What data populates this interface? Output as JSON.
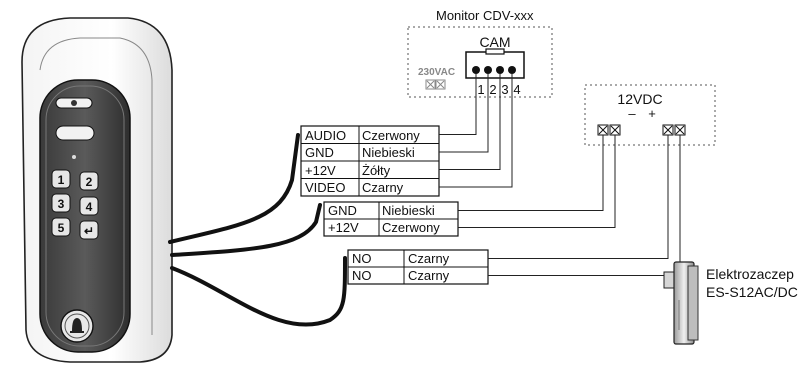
{
  "monitor": {
    "title": "Monitor CDV-xxx",
    "connector_label": "CAM",
    "power_label": "230VAC",
    "pins": [
      "1",
      "2",
      "3",
      "4"
    ]
  },
  "power_supply": {
    "label": "12VDC",
    "minus": "–",
    "plus": "+"
  },
  "cam_cable": {
    "rows": [
      {
        "signal": "AUDIO",
        "color": "Czerwony"
      },
      {
        "signal": "GND",
        "color": "Niebieski"
      },
      {
        "signal": "+12V",
        "color": "Żółty"
      },
      {
        "signal": "VIDEO",
        "color": "Czarny"
      }
    ]
  },
  "power_cable": {
    "rows": [
      {
        "signal": "GND",
        "color": "Niebieski"
      },
      {
        "signal": "+12V",
        "color": "Czerwony"
      }
    ]
  },
  "lock_cable": {
    "rows": [
      {
        "signal": "NO",
        "color": "Czarny"
      },
      {
        "signal": "NO",
        "color": "Czarny"
      }
    ]
  },
  "lock": {
    "line1": "Elektrozaczep",
    "line2": "ES-S12AC/DC"
  },
  "keypad": {
    "keys": [
      "1",
      "2",
      "3",
      "4",
      "5",
      "↵"
    ]
  }
}
